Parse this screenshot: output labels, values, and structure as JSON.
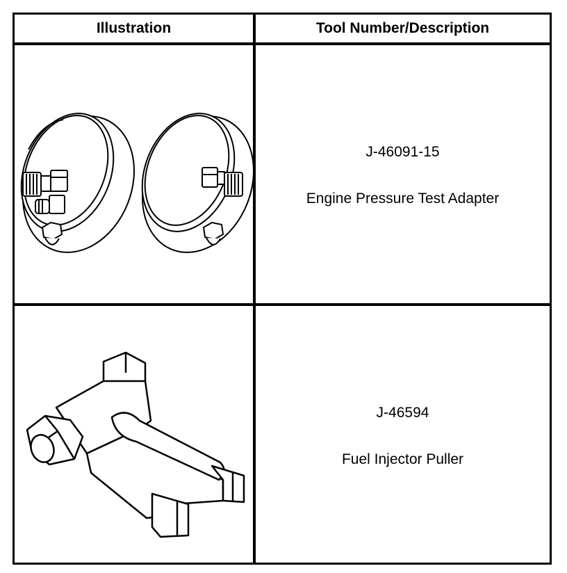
{
  "table": {
    "headers": {
      "illustration": "Illustration",
      "tool_description": "Tool Number/Description"
    },
    "rows": [
      {
        "tool_number": "J-46091-15",
        "description": "Engine Pressure Test Adapter"
      },
      {
        "tool_number": "J-46594",
        "description": "Fuel Injector Puller"
      }
    ]
  }
}
